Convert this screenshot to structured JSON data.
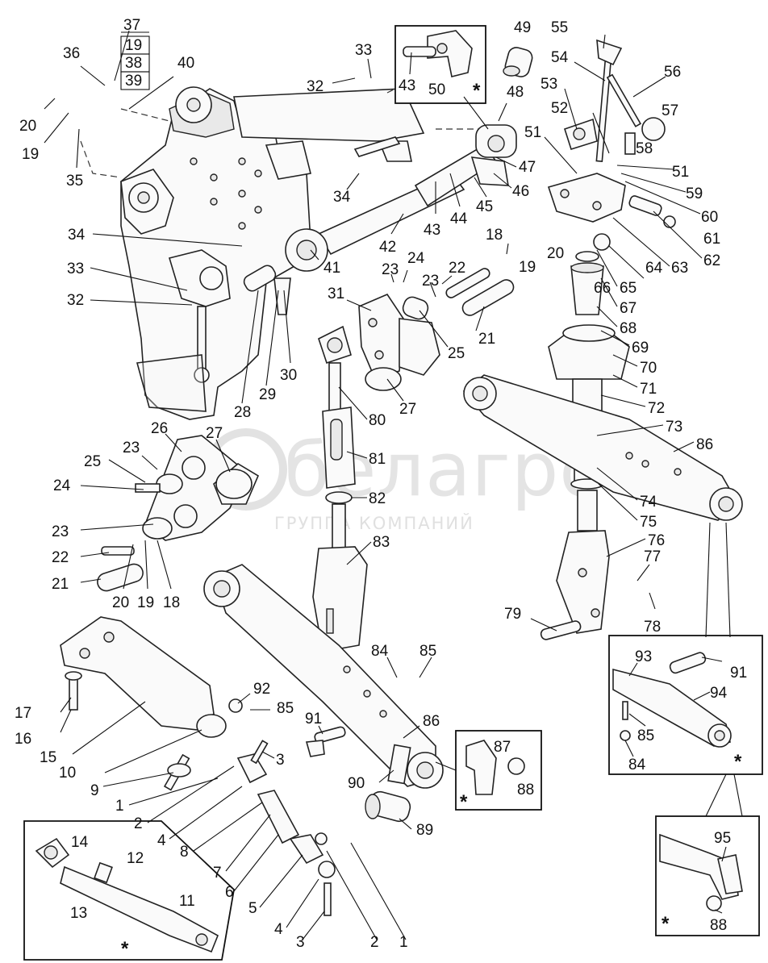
{
  "watermark": {
    "brand": "белагро",
    "tagline": "ГРУППА КОМПАНИЙ"
  },
  "marker": "*",
  "boxed_callouts": [
    "19",
    "38",
    "39"
  ],
  "callouts": [
    {
      "id": "c37",
      "text": "37"
    },
    {
      "id": "c19b",
      "text": "19"
    },
    {
      "id": "c38",
      "text": "38"
    },
    {
      "id": "c39",
      "text": "39"
    },
    {
      "id": "c36",
      "text": "36"
    },
    {
      "id": "c40",
      "text": "40"
    },
    {
      "id": "c20a",
      "text": "20"
    },
    {
      "id": "c19a",
      "text": "19"
    },
    {
      "id": "c35",
      "text": "35"
    },
    {
      "id": "c33a",
      "text": "33"
    },
    {
      "id": "c32a",
      "text": "32"
    },
    {
      "id": "c43a",
      "text": "43"
    },
    {
      "id": "c50",
      "text": "50"
    },
    {
      "id": "c49",
      "text": "49"
    },
    {
      "id": "c48",
      "text": "48"
    },
    {
      "id": "c55",
      "text": "55"
    },
    {
      "id": "c54",
      "text": "54"
    },
    {
      "id": "c56",
      "text": "56"
    },
    {
      "id": "c53",
      "text": "53"
    },
    {
      "id": "c57",
      "text": "57"
    },
    {
      "id": "c52",
      "text": "52"
    },
    {
      "id": "c51a",
      "text": "51"
    },
    {
      "id": "c58",
      "text": "58"
    },
    {
      "id": "c51b",
      "text": "51"
    },
    {
      "id": "c59",
      "text": "59"
    },
    {
      "id": "c60",
      "text": "60"
    },
    {
      "id": "c61",
      "text": "61"
    },
    {
      "id": "c62",
      "text": "62"
    },
    {
      "id": "c63",
      "text": "63"
    },
    {
      "id": "c64",
      "text": "64"
    },
    {
      "id": "c65",
      "text": "65"
    },
    {
      "id": "c66",
      "text": "66"
    },
    {
      "id": "c67",
      "text": "67"
    },
    {
      "id": "c68",
      "text": "68"
    },
    {
      "id": "c69",
      "text": "69"
    },
    {
      "id": "c70",
      "text": "70"
    },
    {
      "id": "c71",
      "text": "71"
    },
    {
      "id": "c72",
      "text": "72"
    },
    {
      "id": "c73",
      "text": "73"
    },
    {
      "id": "c86a",
      "text": "86"
    },
    {
      "id": "c74",
      "text": "74"
    },
    {
      "id": "c75",
      "text": "75"
    },
    {
      "id": "c76",
      "text": "76"
    },
    {
      "id": "c77",
      "text": "77"
    },
    {
      "id": "c78",
      "text": "78"
    },
    {
      "id": "c79",
      "text": "79"
    },
    {
      "id": "c47",
      "text": "47"
    },
    {
      "id": "c46",
      "text": "46"
    },
    {
      "id": "c45",
      "text": "45"
    },
    {
      "id": "c44",
      "text": "44"
    },
    {
      "id": "c43b",
      "text": "43"
    },
    {
      "id": "c42",
      "text": "42"
    },
    {
      "id": "c34a",
      "text": "34"
    },
    {
      "id": "c34b",
      "text": "34"
    },
    {
      "id": "c33b",
      "text": "33"
    },
    {
      "id": "c32b",
      "text": "32"
    },
    {
      "id": "c41",
      "text": "41"
    },
    {
      "id": "c18a",
      "text": "18"
    },
    {
      "id": "c20b",
      "text": "20"
    },
    {
      "id": "c19c",
      "text": "19"
    },
    {
      "id": "c24a",
      "text": "24"
    },
    {
      "id": "c23a",
      "text": "23"
    },
    {
      "id": "c22a",
      "text": "22"
    },
    {
      "id": "c23b",
      "text": "23"
    },
    {
      "id": "c31",
      "text": "31"
    },
    {
      "id": "c25a",
      "text": "25"
    },
    {
      "id": "c21a",
      "text": "21"
    },
    {
      "id": "c27a",
      "text": "27"
    },
    {
      "id": "c28",
      "text": "28"
    },
    {
      "id": "c29",
      "text": "29"
    },
    {
      "id": "c30",
      "text": "30"
    },
    {
      "id": "c80",
      "text": "80"
    },
    {
      "id": "c81",
      "text": "81"
    },
    {
      "id": "c82",
      "text": "82"
    },
    {
      "id": "c83",
      "text": "83"
    },
    {
      "id": "c26",
      "text": "26"
    },
    {
      "id": "c27b",
      "text": "27"
    },
    {
      "id": "c23c",
      "text": "23"
    },
    {
      "id": "c25b",
      "text": "25"
    },
    {
      "id": "c24b",
      "text": "24"
    },
    {
      "id": "c23d",
      "text": "23"
    },
    {
      "id": "c22b",
      "text": "22"
    },
    {
      "id": "c21b",
      "text": "21"
    },
    {
      "id": "c20c",
      "text": "20"
    },
    {
      "id": "c19d",
      "text": "19"
    },
    {
      "id": "c18b",
      "text": "18"
    },
    {
      "id": "c93",
      "text": "93"
    },
    {
      "id": "c91a",
      "text": "91"
    },
    {
      "id": "c94",
      "text": "94"
    },
    {
      "id": "c85a",
      "text": "85"
    },
    {
      "id": "c84a",
      "text": "84"
    },
    {
      "id": "c84b",
      "text": "84"
    },
    {
      "id": "c85b",
      "text": "85"
    },
    {
      "id": "c92",
      "text": "92"
    },
    {
      "id": "c85c",
      "text": "85"
    },
    {
      "id": "c17",
      "text": "17"
    },
    {
      "id": "c16",
      "text": "16"
    },
    {
      "id": "c15",
      "text": "15"
    },
    {
      "id": "c10",
      "text": "10"
    },
    {
      "id": "c9",
      "text": "9"
    },
    {
      "id": "c91b",
      "text": "91"
    },
    {
      "id": "c86b",
      "text": "86"
    },
    {
      "id": "c87",
      "text": "87"
    },
    {
      "id": "c88a",
      "text": "88"
    },
    {
      "id": "c90",
      "text": "90"
    },
    {
      "id": "c89",
      "text": "89"
    },
    {
      "id": "c3a",
      "text": "3"
    },
    {
      "id": "c1a",
      "text": "1"
    },
    {
      "id": "c2a",
      "text": "2"
    },
    {
      "id": "c4a",
      "text": "4"
    },
    {
      "id": "c8",
      "text": "8"
    },
    {
      "id": "c7",
      "text": "7"
    },
    {
      "id": "c6",
      "text": "6"
    },
    {
      "id": "c5",
      "text": "5"
    },
    {
      "id": "c4b",
      "text": "4"
    },
    {
      "id": "c3b",
      "text": "3"
    },
    {
      "id": "c2b",
      "text": "2"
    },
    {
      "id": "c1b",
      "text": "1"
    },
    {
      "id": "c14",
      "text": "14"
    },
    {
      "id": "c12",
      "text": "12"
    },
    {
      "id": "c13",
      "text": "13"
    },
    {
      "id": "c11",
      "text": "11"
    },
    {
      "id": "c95",
      "text": "95"
    },
    {
      "id": "c88b",
      "text": "88"
    }
  ]
}
